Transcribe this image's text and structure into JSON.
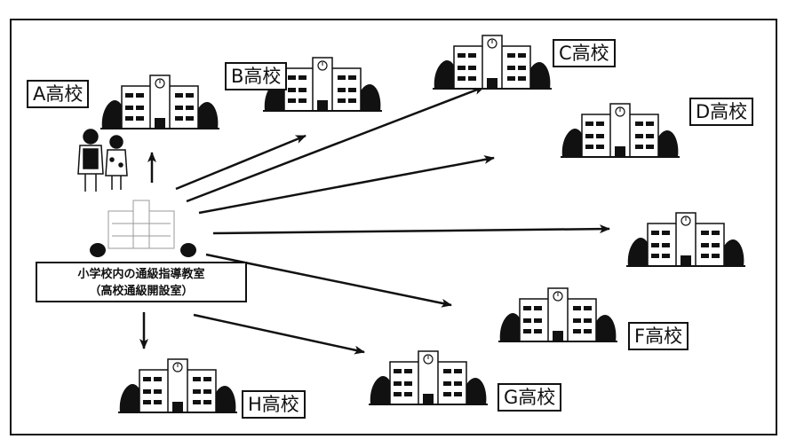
{
  "center": {
    "line1": "小学校内の通級指導教室",
    "line2": "（高校通級開設室）"
  },
  "schools": [
    {
      "id": "A",
      "label": "A高校"
    },
    {
      "id": "B",
      "label": "B高校"
    },
    {
      "id": "C",
      "label": "C高校"
    },
    {
      "id": "D",
      "label": "D高校"
    },
    {
      "id": "E",
      "label": ""
    },
    {
      "id": "F",
      "label": "F高校"
    },
    {
      "id": "G",
      "label": "G高校"
    },
    {
      "id": "H",
      "label": "H高校"
    }
  ],
  "colors": {
    "ink": "#111111",
    "line": "#222222",
    "background": "#ffffff"
  },
  "icons": [
    "school-building-icon",
    "tree-icon",
    "people-icon",
    "arrow-icon"
  ]
}
